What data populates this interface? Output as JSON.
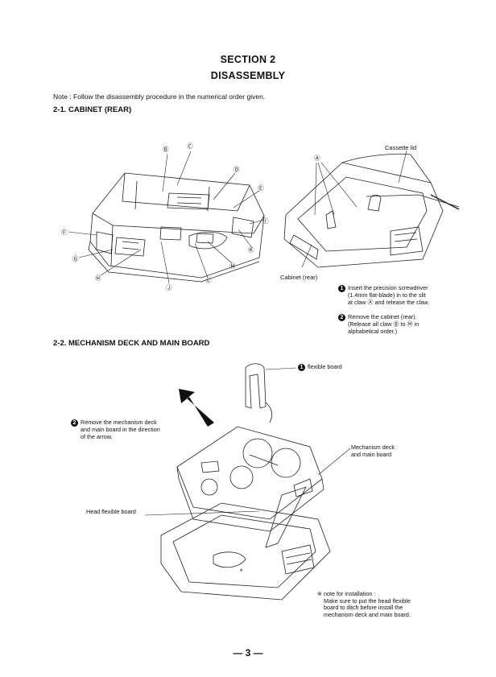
{
  "header": {
    "section": "SECTION 2",
    "title": "DISASSEMBLY"
  },
  "note": "Note : Follow the disassembly procedure in the numerical order given.",
  "sec1": {
    "heading": "2-1. CABINET (REAR)",
    "claws": [
      "Ⓑ",
      "Ⓒ",
      "Ⓓ",
      "Ⓔ",
      "Ⓘ",
      "Ⓚ",
      "Ⓜ",
      "Ⓛ",
      "Ⓙ",
      "Ⓗ",
      "Ⓖ",
      "Ⓕ"
    ],
    "claw_a": "Ⓐ",
    "cassette_lid": "Cassette lid",
    "cabinet_rear": "Cabinet (rear)",
    "step1_badge": "1",
    "step1": [
      "Insert the precision screwdriver",
      "(1.4mm flat-blade) in to the slit",
      "at claw Ⓐ and release the claw."
    ],
    "step2_badge": "2",
    "step2": [
      "Remove the cabinet (rear).",
      "(Release all claw Ⓑ to Ⓜ in",
      "alphabetical order.)"
    ]
  },
  "sec2": {
    "heading": "2-2. MECHANISM DECK AND MAIN BOARD",
    "flex_badge": "1",
    "flexible_board": "flexible board",
    "step2_badge": "2",
    "step2": [
      "Remove the mechanism deck",
      "and main board in the direction",
      "of the arrow."
    ],
    "mech_deck": [
      "Mechanism deck",
      "and main board"
    ],
    "head_flex": "Head flexible board",
    "asterisk": "*",
    "install_note": [
      "※  note for installation :",
      "Make sure to put the head flexible",
      "board to ditch before install the",
      "mechanism deck and main board."
    ]
  },
  "footer": {
    "page": "— 3 —"
  }
}
